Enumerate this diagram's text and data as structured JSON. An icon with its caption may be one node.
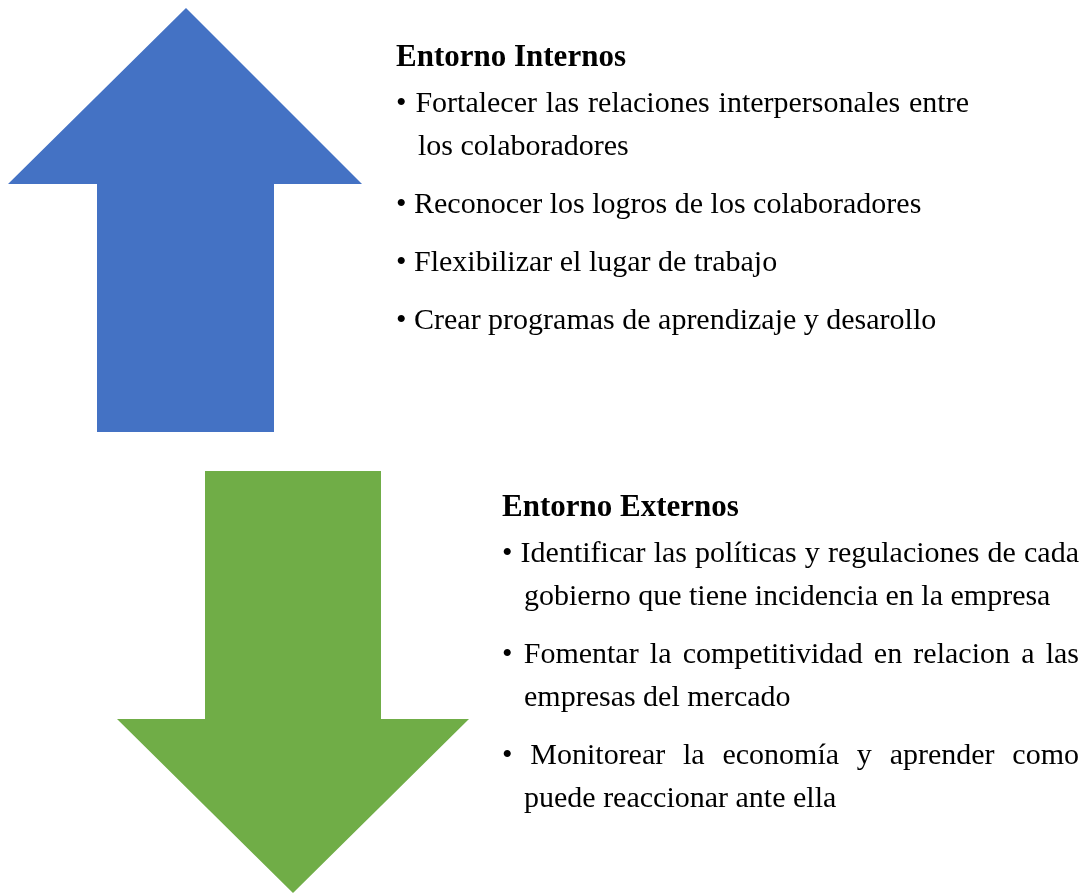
{
  "diagram": {
    "labels": [
      "Entorno Internos",
      "• Fortalecer las relaciones interpersonales entre los colaboradores",
      "• Reconocer los logros de los colaboradores",
      "• Flexibilizar el lugar de trabajo",
      "• Crear programas de aprendizaje y desarollo",
      "Entorno Externos",
      "• Identificar las políticas y regulaciones de cada gobierno que tiene incidencia en la empresa",
      "• Fomentar la competitividad en relacion a las empresas del mercado",
      "• Monitorear la economía y aprender como puede reaccionar ante ella"
    ]
  }
}
